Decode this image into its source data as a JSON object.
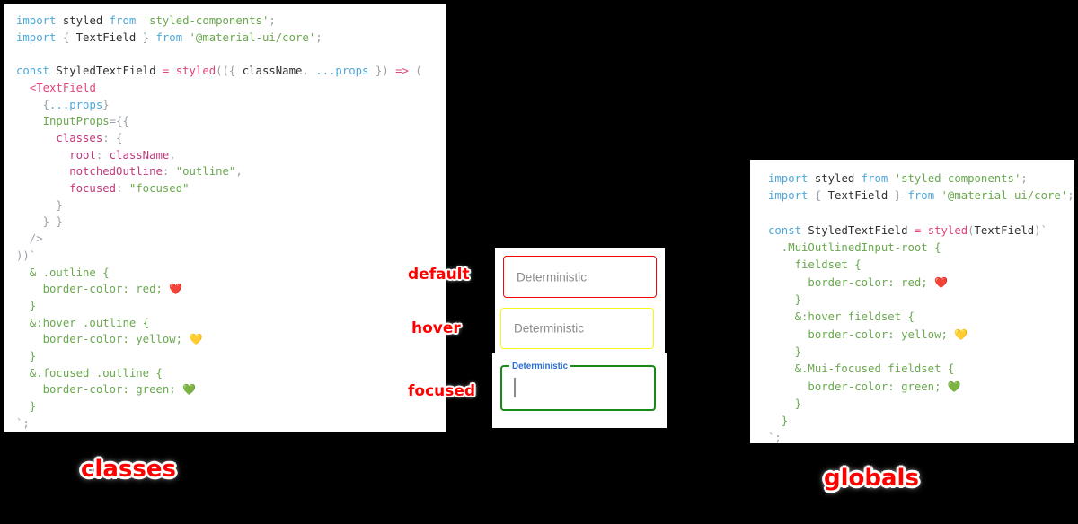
{
  "left_panel": {
    "caption": "classes",
    "code_lines": [
      [
        {
          "t": "kw",
          "s": "import"
        },
        {
          "t": "plain",
          "s": " styled "
        },
        {
          "t": "kw",
          "s": "from"
        },
        {
          "t": "plain",
          "s": " "
        },
        {
          "t": "str",
          "s": "'styled-components'"
        },
        {
          "t": "punct",
          "s": ";"
        }
      ],
      [
        {
          "t": "kw",
          "s": "import"
        },
        {
          "t": "punct",
          "s": " { "
        },
        {
          "t": "plain",
          "s": "TextField"
        },
        {
          "t": "punct",
          "s": " } "
        },
        {
          "t": "kw",
          "s": "from"
        },
        {
          "t": "plain",
          "s": " "
        },
        {
          "t": "str",
          "s": "'@material-ui/core'"
        },
        {
          "t": "punct",
          "s": ";"
        }
      ],
      [],
      [
        {
          "t": "kw",
          "s": "const"
        },
        {
          "t": "plain",
          "s": " StyledTextField "
        },
        {
          "t": "op",
          "s": "="
        },
        {
          "t": "plain",
          "s": " "
        },
        {
          "t": "fn",
          "s": "styled"
        },
        {
          "t": "punct",
          "s": "(({ "
        },
        {
          "t": "plain",
          "s": "className"
        },
        {
          "t": "punct",
          "s": ", "
        },
        {
          "t": "prop",
          "s": "...props"
        },
        {
          "t": "punct",
          "s": " }) "
        },
        {
          "t": "op",
          "s": "=>"
        },
        {
          "t": "punct",
          "s": " ("
        }
      ],
      [
        {
          "t": "plain",
          "s": "  "
        },
        {
          "t": "jsx",
          "s": "<TextField"
        }
      ],
      [
        {
          "t": "punct",
          "s": "    {"
        },
        {
          "t": "prop",
          "s": "...props"
        },
        {
          "t": "punct",
          "s": "}"
        }
      ],
      [
        {
          "t": "attr",
          "s": "    InputProps"
        },
        {
          "t": "punct",
          "s": "={{"
        }
      ],
      [
        {
          "t": "key",
          "s": "      classes"
        },
        {
          "t": "punct",
          "s": ": {"
        }
      ],
      [
        {
          "t": "key",
          "s": "        root"
        },
        {
          "t": "punct",
          "s": ": "
        },
        {
          "t": "val",
          "s": "className"
        },
        {
          "t": "punct",
          "s": ","
        }
      ],
      [
        {
          "t": "key",
          "s": "        notchedOutline"
        },
        {
          "t": "punct",
          "s": ": "
        },
        {
          "t": "str",
          "s": "\"outline\""
        },
        {
          "t": "punct",
          "s": ","
        }
      ],
      [
        {
          "t": "key",
          "s": "        focused"
        },
        {
          "t": "punct",
          "s": ": "
        },
        {
          "t": "str",
          "s": "\"focused\""
        }
      ],
      [
        {
          "t": "punct",
          "s": "      }"
        }
      ],
      [
        {
          "t": "punct",
          "s": "    } }"
        }
      ],
      [
        {
          "t": "punct",
          "s": "  />"
        }
      ],
      [
        {
          "t": "punct",
          "s": "))`"
        }
      ],
      [
        {
          "t": "css",
          "s": "  & .outline {"
        }
      ],
      [
        {
          "t": "css",
          "s": "    border-color: red; "
        },
        {
          "t": "emoji",
          "s": "❤️"
        }
      ],
      [
        {
          "t": "css",
          "s": "  }"
        }
      ],
      [
        {
          "t": "css",
          "s": "  &:hover .outline {"
        }
      ],
      [
        {
          "t": "css",
          "s": "    border-color: yellow; "
        },
        {
          "t": "emoji",
          "s": "💛"
        }
      ],
      [
        {
          "t": "css",
          "s": "  }"
        }
      ],
      [
        {
          "t": "css",
          "s": "  &.focused .outline {"
        }
      ],
      [
        {
          "t": "css",
          "s": "    border-color: green; "
        },
        {
          "t": "emoji",
          "s": "💚"
        }
      ],
      [
        {
          "t": "css",
          "s": "  }"
        }
      ],
      [
        {
          "t": "punct",
          "s": "`;"
        }
      ]
    ]
  },
  "right_panel": {
    "caption": "globals",
    "code_lines": [
      [
        {
          "t": "kw",
          "s": "import"
        },
        {
          "t": "plain",
          "s": " styled "
        },
        {
          "t": "kw",
          "s": "from"
        },
        {
          "t": "plain",
          "s": " "
        },
        {
          "t": "str",
          "s": "'styled-components'"
        },
        {
          "t": "punct",
          "s": ";"
        }
      ],
      [
        {
          "t": "kw",
          "s": "import"
        },
        {
          "t": "punct",
          "s": " { "
        },
        {
          "t": "plain",
          "s": "TextField"
        },
        {
          "t": "punct",
          "s": " } "
        },
        {
          "t": "kw",
          "s": "from"
        },
        {
          "t": "plain",
          "s": " "
        },
        {
          "t": "str",
          "s": "'@material-ui/core'"
        },
        {
          "t": "punct",
          "s": ";"
        }
      ],
      [],
      [
        {
          "t": "kw",
          "s": "const"
        },
        {
          "t": "plain",
          "s": " StyledTextField "
        },
        {
          "t": "op",
          "s": "="
        },
        {
          "t": "plain",
          "s": " "
        },
        {
          "t": "fn",
          "s": "styled"
        },
        {
          "t": "punct",
          "s": "("
        },
        {
          "t": "plain",
          "s": "TextField"
        },
        {
          "t": "punct",
          "s": ")`"
        }
      ],
      [
        {
          "t": "css",
          "s": "  .MuiOutlinedInput-root {"
        }
      ],
      [
        {
          "t": "css",
          "s": "    fieldset {"
        }
      ],
      [
        {
          "t": "css",
          "s": "      border-color: red; "
        },
        {
          "t": "emoji",
          "s": "❤️"
        }
      ],
      [
        {
          "t": "css",
          "s": "    }"
        }
      ],
      [
        {
          "t": "css",
          "s": "    &:hover fieldset {"
        }
      ],
      [
        {
          "t": "css",
          "s": "      border-color: yellow; "
        },
        {
          "t": "emoji",
          "s": "💛"
        }
      ],
      [
        {
          "t": "css",
          "s": "    }"
        }
      ],
      [
        {
          "t": "css",
          "s": "    &.Mui-focused fieldset {"
        }
      ],
      [
        {
          "t": "css",
          "s": "      border-color: green; "
        },
        {
          "t": "emoji",
          "s": "💚"
        }
      ],
      [
        {
          "t": "css",
          "s": "    }"
        }
      ],
      [
        {
          "t": "css",
          "s": "  }"
        }
      ],
      [
        {
          "t": "punct",
          "s": "`;"
        }
      ]
    ]
  },
  "demo": {
    "fields": [
      {
        "state": "default",
        "annotation": "default",
        "placeholder": "Deterministic",
        "border_color": "#fb0606",
        "border_color_name": "red"
      },
      {
        "state": "hover",
        "annotation": "hover",
        "placeholder": "Deterministic",
        "border_color": "#f7f718",
        "border_color_name": "yellow"
      },
      {
        "state": "focused",
        "annotation": "focused",
        "label": "Deterministic",
        "value": "",
        "border_color": "#178a17",
        "border_color_name": "green",
        "label_color": "#2a6fd6"
      }
    ]
  },
  "theme": {
    "background": "#000000",
    "panel_background": "#ffffff",
    "annotation_color": "#ff0000",
    "keyword_color": "#4fa8d8",
    "string_color": "#6aa84f",
    "operator_color": "#e0457b",
    "key_color": "#c0397c"
  }
}
